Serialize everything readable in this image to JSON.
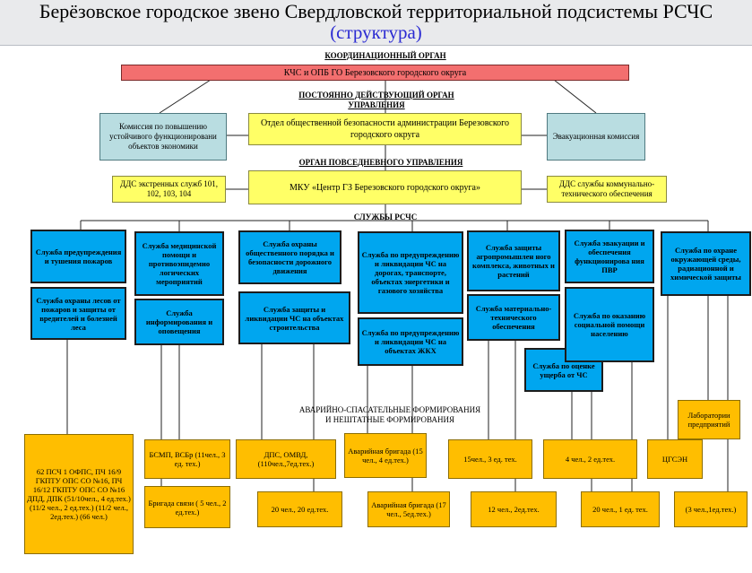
{
  "header": {
    "title": "Берёзовское городское звено Свердловской территориальной подсистемы РСЧС",
    "subtitle": "(структура)"
  },
  "labels": {
    "coordinating": "КООРДИНАЦИОННЫЙ ОРГАН",
    "permanent": "ПОСТОЯННО  ДЕЙСТВУЮЩИЙ ОРГАН\nУПРАВЛЕНИЯ",
    "daily": "ОРГАН  ПОВСЕДНЕВНОГО УПРАВЛЕНИЯ",
    "services": "СЛУЖБЫ  РСЧС",
    "formations": "АВАРИЙНО-СПАСАТЕЛЬНЫЕ ФОРМИРОВАНИЯ\nИ  НЕШТАТНЫЕ ФОРМИРОВАНИЯ"
  },
  "top": {
    "kchs": "КЧС и ОПБ ГО Березовского городского округа",
    "commission_left": "Комиссия по повышению устойчивого функционировани объектов  экономики",
    "dept": "Отдел общественной  безопасности   администрации Березовского городского округа",
    "evac_commission": "Эвакуационная комиссия",
    "dds_left": "ДДС экстренных служб 101, 102, 103, 104",
    "mku": "МКУ «Центр ГЗ Березовского городского округа»",
    "dds_right": "ДДС службы коммунально-технического  обеспечения"
  },
  "services": {
    "s1": "Служба предупреждения и тушения пожаров",
    "s2": "Служба охраны лесов от пожаров и защиты от вредителей и болезней леса",
    "s3": "Служба медицинской помощи и противоэпидемио логических мероприятий",
    "s4": "Служба информирования и оповещения",
    "s5": "Служба охраны общественного порядка и безопасности дорожного движения",
    "s6": "Служба  защиты и ликвидации ЧС на объектах  строительства",
    "s7": "Служба по предупреждению и ликвидации ЧС на дорогах, транспорте, объектах энергетики и газового хозяйства",
    "s8": "Служба по предупреждению и ликвидации ЧС на объектах  ЖКХ",
    "s9": "Служба защиты агропромышлен ного комплекса, животных и растений",
    "s10": "Служба материально-технического обеспечения",
    "s11": "Служба по оценке ущерба от ЧС",
    "s12": "Служба эвакуации и обеспечения функционирова ния ПВР",
    "s13": "Служба  по оказанию социальной помощи населению",
    "s14": "Служба по охране окружающей среды, радиационной и химической защиты"
  },
  "formations": {
    "f1": "62 ПСЧ  1 ОФПС, ПЧ 16/9 ГКПТУ ОПС СО №16,  ПЧ 16/12 ГКПТУ ОПС СО №16 ДПД, ДПК (51/10чел., 4 ед.тех.) (11/2 чел., 2 ед.тех.) (11/2 чел., 2ед.тех.) (66 чел.)",
    "f2": "БСМП, ВСБр (11чел., 3 ед. тех.)",
    "f3": "Бригада связи ( 5 чел., 2 ед.тех.)",
    "f4": "ДПС, ОМВД, (110чел.,7ед.тех.)",
    "f5": "20 чел., 20 ед.тех.",
    "f6": "Аварийная бригада (15 чел., 4 ед.тех.)",
    "f7": "Аварийная  бригада (17 чел., 5ед.тех.)",
    "f8": "15чел., 3 ед. тех.",
    "f9": "12 чел., 2ед.тех.",
    "f10": "4 чел., 2 ед.тех.",
    "f11": "20 чел., 1 ед. тех.",
    "f12": "ЦГСЭН",
    "f13": "Лаборатории предприятий",
    "f14": "(3 чел.,1ед.тех.)"
  }
}
